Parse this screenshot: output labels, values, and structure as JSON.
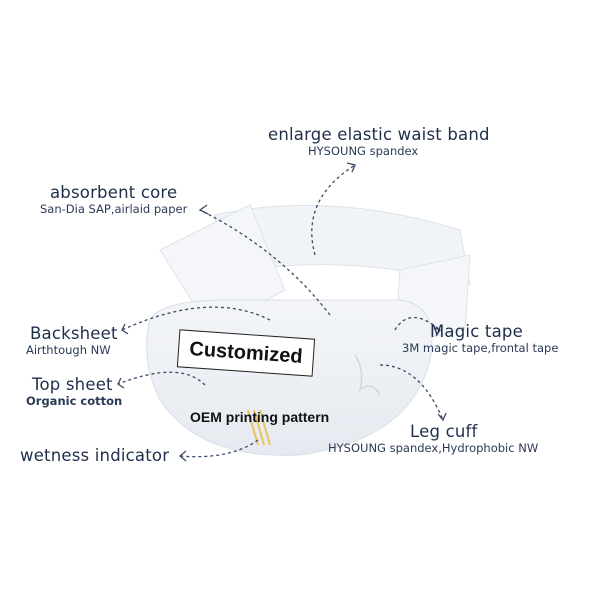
{
  "labels": {
    "waist_band": {
      "title": "enlarge elastic waist band",
      "sub": "HYSOUNG spandex"
    },
    "absorbent_core": {
      "title": "absorbent core",
      "sub": "San-Dia SAP,airlaid paper"
    },
    "backsheet": {
      "title": "Backsheet",
      "sub": "Airthtough NW"
    },
    "top_sheet": {
      "title": "Top sheet",
      "sub": "Organic cotton"
    },
    "wetness_indicator": {
      "title": "wetness  indicator"
    },
    "magic_tape": {
      "title": "Magic tape",
      "sub": "3M magic tape,frontal tape"
    },
    "leg_cuff": {
      "title": "Leg cuff",
      "sub": "HYSOUNG spandex,Hydrophobic NW"
    }
  },
  "product": {
    "custom_label": "Customized",
    "print_label": "OEM printing pattern"
  },
  "colors": {
    "text": "#1f2f4a",
    "arrow": "#3a4a66",
    "diaper": "#eef1f5",
    "indicator": "#e8c45a"
  }
}
